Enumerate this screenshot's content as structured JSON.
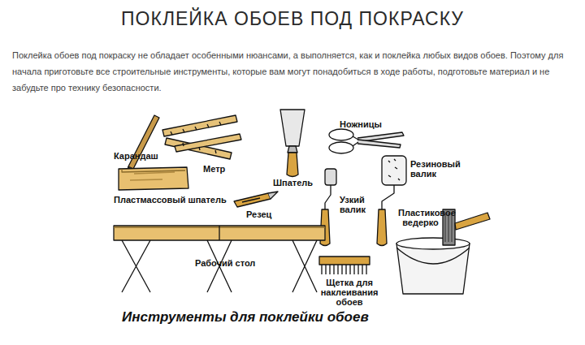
{
  "diagram": {
    "title": "ПОКЛЕЙКА ОБОЕВ ПОД ПОКРАСКУ",
    "caption": "Инструменты для поклейки обоев",
    "labels": [
      "Поклейка обоев под покраску не обладает особенными нюансами, а выполняется, как и поклейка любых видов обоев. Поэтому для начала приготовьте все строительные инструменты, которые вам могут понадобиться в ходе работы, подготовьте материал и не забудьте про технику безопасности.",
      "Ножницы",
      "Карандаш",
      "Метр",
      "Резиновый валик",
      "Шпатель",
      "Узкий валик",
      "Пластмассовый шпатель",
      "Резец",
      "Пластиковое ведерко",
      "Рабочий стол",
      "Щетка для наклеивания обоев"
    ]
  }
}
